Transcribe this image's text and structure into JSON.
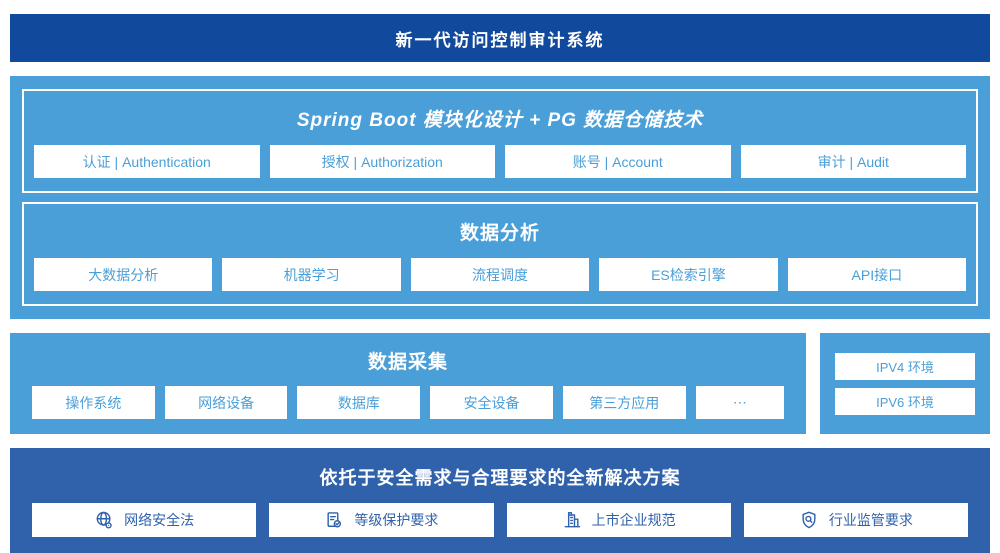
{
  "page": {
    "title": "新一代访问控制审计系统"
  },
  "platform": {
    "spring": {
      "title": "Spring Boot 模块化设计 + PG 数据仓储技术",
      "items": [
        "认证 | Authentication",
        "授权 | Authorization",
        "账号 | Account",
        "审计 | Audit"
      ]
    },
    "analysis": {
      "title": "数据分析",
      "items": [
        "大数据分析",
        "机器学习",
        "流程调度",
        "ES检索引擎",
        "API接口"
      ]
    }
  },
  "collection": {
    "title": "数据采集",
    "items": [
      "操作系统",
      "网络设备",
      "数据库",
      "安全设备",
      "第三方应用",
      "⋯"
    ]
  },
  "ipv": {
    "items": [
      "IPV4 环境",
      "IPV6 环境"
    ]
  },
  "solution": {
    "title": "依托于安全需求与合理要求的全新解决方案",
    "items": [
      {
        "icon": "globe-icon",
        "label": "网络安全法"
      },
      {
        "icon": "document-check-icon",
        "label": "等级保护要求"
      },
      {
        "icon": "building-icon",
        "label": "上市企业规范"
      },
      {
        "icon": "shield-search-icon",
        "label": "行业监管要求"
      }
    ]
  },
  "colors": {
    "banner_blue": "#11499D",
    "light_blue": "#4A9FD8",
    "solution_blue": "#3062AC",
    "box_background": "#FFFFFF"
  }
}
